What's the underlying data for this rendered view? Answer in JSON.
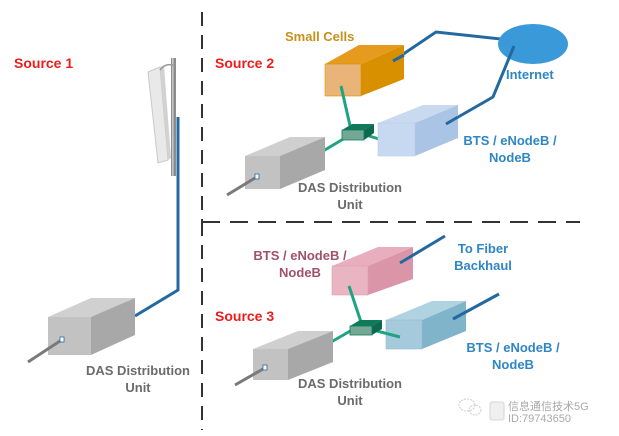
{
  "sources": {
    "source1": "Source 1",
    "source2": "Source 2",
    "source3": "Source 3"
  },
  "source1": {
    "das_label_line1": "DAS Distribution",
    "das_label_line2": "Unit"
  },
  "source2": {
    "small_cells": "Small Cells",
    "internet": "Internet",
    "bts_line1": "BTS / eNodeB /",
    "bts_line2": "NodeB",
    "das_label_line1": "DAS Distribution",
    "das_label_line2": "Unit"
  },
  "source3": {
    "bts_pink_line1": "BTS / eNodeB /",
    "bts_pink_line2": "NodeB",
    "fiber_line1": "To Fiber",
    "fiber_line2": "Backhaul",
    "bts_blue_line1": "BTS / eNodeB /",
    "bts_blue_line2": "NodeB",
    "das_label_line1": "DAS Distribution",
    "das_label_line2": "Unit"
  },
  "watermark": {
    "line1": "信息通信技术5G",
    "line2": "ID:79743650"
  },
  "colors": {
    "source_red": "#ee1c1c",
    "link_blue": "#2369a0",
    "link_green": "#1fa383",
    "internet_blue": "#3a9ad9",
    "small_cell_orange": "#e8b478",
    "bts_light_blue": "#c6d9f0",
    "bts_pink": "#e9b5c3",
    "bts_teal": "#a4cadb",
    "das_gray": "#bfbfbf"
  }
}
